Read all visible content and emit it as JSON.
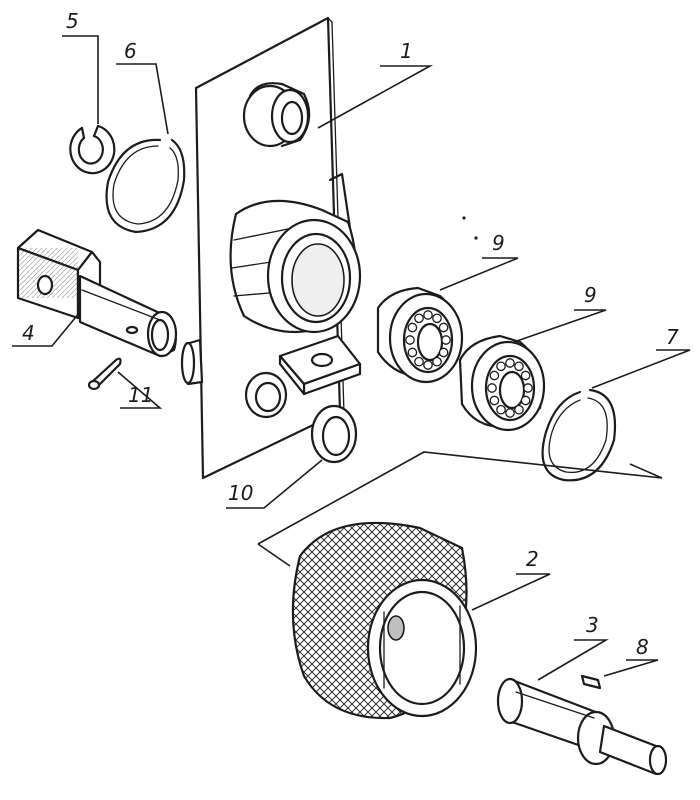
{
  "diagram": {
    "type": "exploded-assembly-drawing",
    "line_color": "#1c1c1c",
    "background": "#ffffff",
    "callouts": [
      "1",
      "2",
      "3",
      "4",
      "5",
      "6",
      "7",
      "8",
      "9",
      "9",
      "10",
      "11"
    ]
  }
}
